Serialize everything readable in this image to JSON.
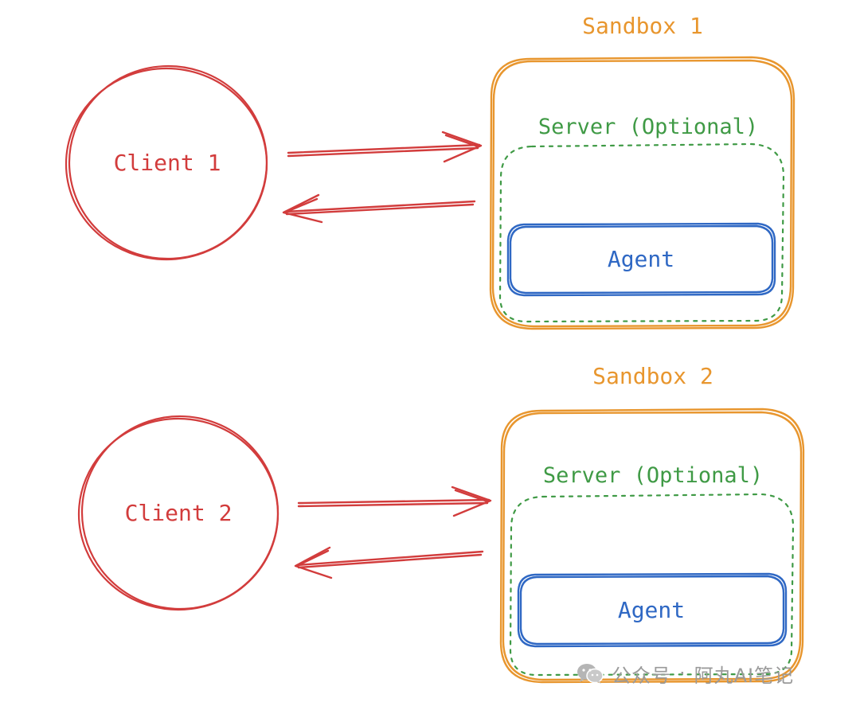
{
  "groups": [
    {
      "client_label": "Client 1",
      "sandbox_label": "Sandbox 1",
      "server_label": "Server (Optional)",
      "agent_label": "Agent"
    },
    {
      "client_label": "Client 2",
      "sandbox_label": "Sandbox 2",
      "server_label": "Server (Optional)",
      "agent_label": "Agent"
    }
  ],
  "watermark": {
    "icon": "wechat-icon",
    "prefix": "公众号",
    "separator": "·",
    "account": "阿丸AI笔记"
  },
  "colors": {
    "client": "#d23c3c",
    "sandbox": "#e8962e",
    "server": "#3f9a45",
    "agent": "#2f68c4"
  }
}
